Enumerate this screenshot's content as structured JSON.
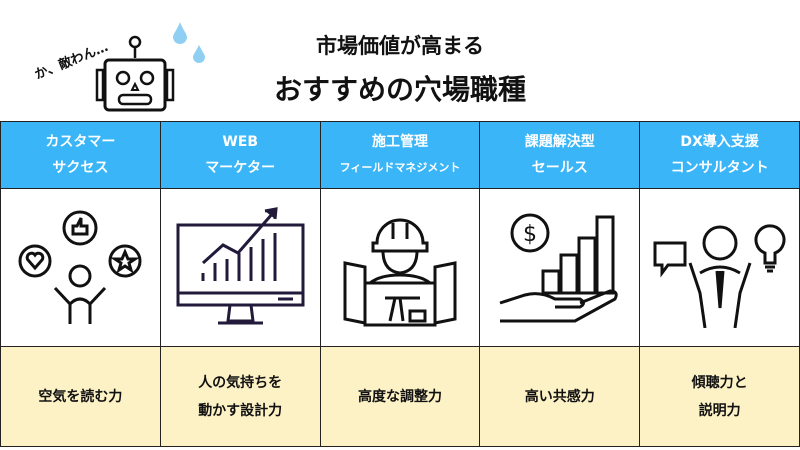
{
  "header": {
    "line1": "市場価値が高まる",
    "line2": "おすすめの穴場職種",
    "speech": "か、敵わん…"
  },
  "colors": {
    "header_bg": "#3ab5f8",
    "footer_bg": "#fdf2c6",
    "drop": "#8fd0f2"
  },
  "columns": [
    {
      "title1": "カスタマー",
      "title2": "サクセス",
      "icon": "customer-feedback-icon",
      "skill1": "空気を読む力",
      "skill2": ""
    },
    {
      "title1": "WEB",
      "title2": "マーケター",
      "icon": "monitor-growth-chart-icon",
      "skill1": "人の気持ちを",
      "skill2": "動かす設計力"
    },
    {
      "title1": "施工管理",
      "title2": "フィールドマネジメント",
      "icon": "construction-worker-icon",
      "skill1": "高度な調整力",
      "skill2": ""
    },
    {
      "title1": "課題解決型",
      "title2": "セールス",
      "icon": "hand-money-growth-icon",
      "skill1": "高い共感力",
      "skill2": ""
    },
    {
      "title1": "DX導入支援",
      "title2": "コンサルタント",
      "icon": "consultant-idea-icon",
      "skill1": "傾聴力と",
      "skill2": "説明力"
    }
  ]
}
